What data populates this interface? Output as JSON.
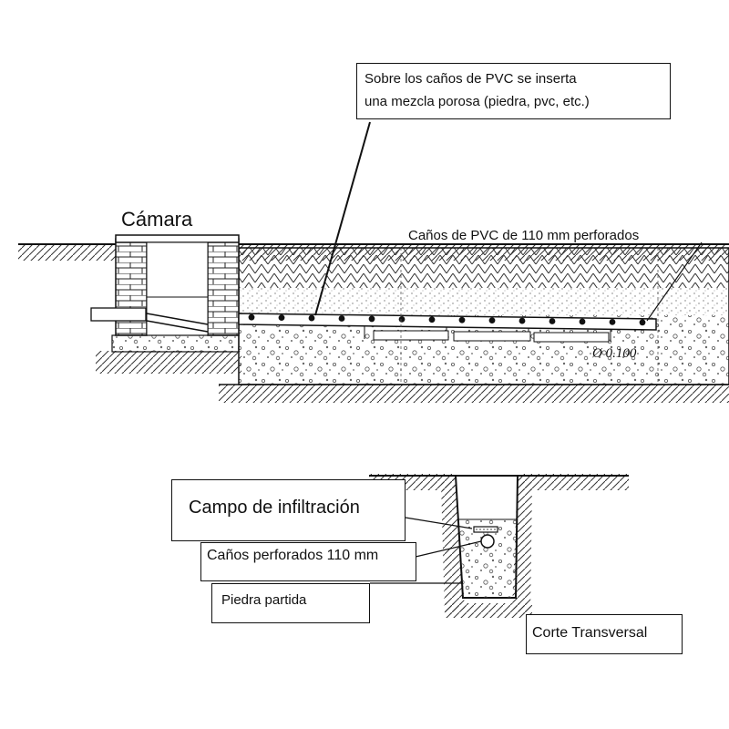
{
  "labels": {
    "camara": "Cámara",
    "pvc_perforados": "Caños de PVC de 110 mm perforados",
    "mezcla_line1": "Sobre los caños de PVC se inserta",
    "mezcla_line2": "una mezcla porosa (piedra, pvc, etc.)",
    "diametro": "Ø 0.100",
    "campo": "Campo de infiltración",
    "canos": "Caños perforados 110 mm",
    "piedra": "Piedra partida",
    "corte": "Corte Transversal"
  },
  "colors": {
    "ink": "#111111",
    "paper": "#ffffff",
    "soil_hatch": "#333333",
    "gravel": "#555555"
  }
}
